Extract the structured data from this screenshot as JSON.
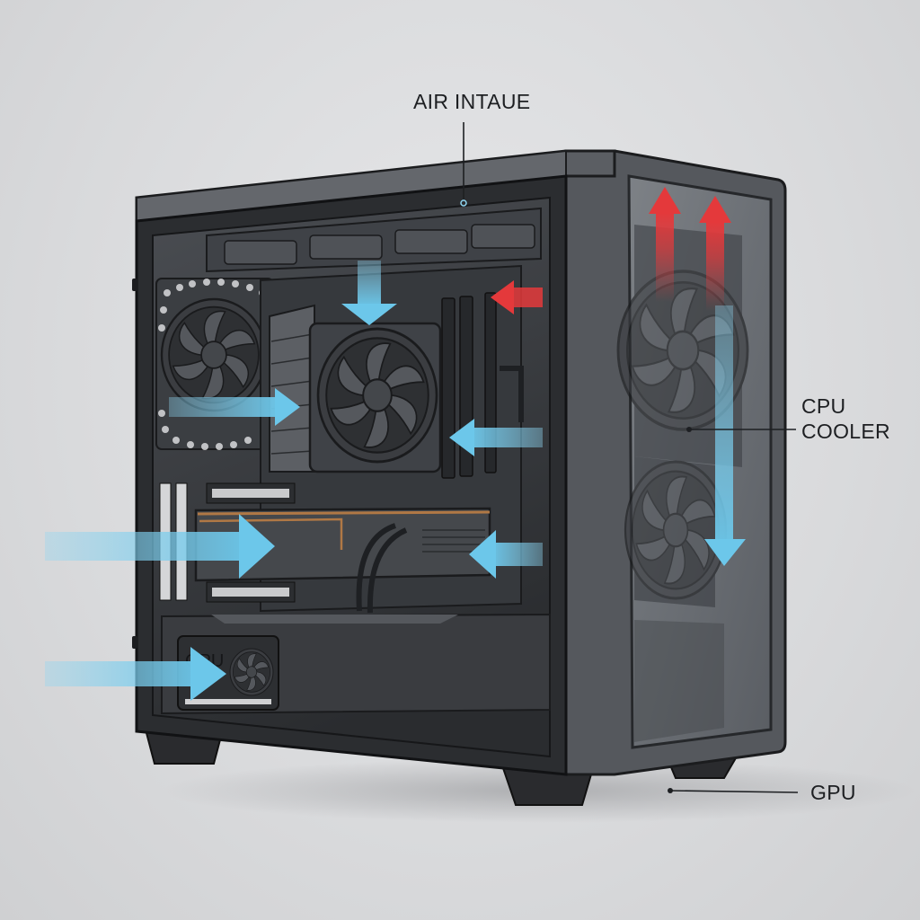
{
  "labels": {
    "air_intake": "AIR INTAUE",
    "cpu_cooler_line1": "CPU",
    "cpu_cooler_line2": "COOLER",
    "gpu": "GPU",
    "psu_text": "GPU"
  },
  "colors": {
    "cold_airflow": "#6cc7ea",
    "hot_airflow": "#e4393b",
    "case_body": "#2b2d30",
    "side_panel": "#5a5d62",
    "background": "#dcdddf"
  },
  "icons": {
    "fan": "fan-icon",
    "arrow": "airflow-arrow"
  }
}
